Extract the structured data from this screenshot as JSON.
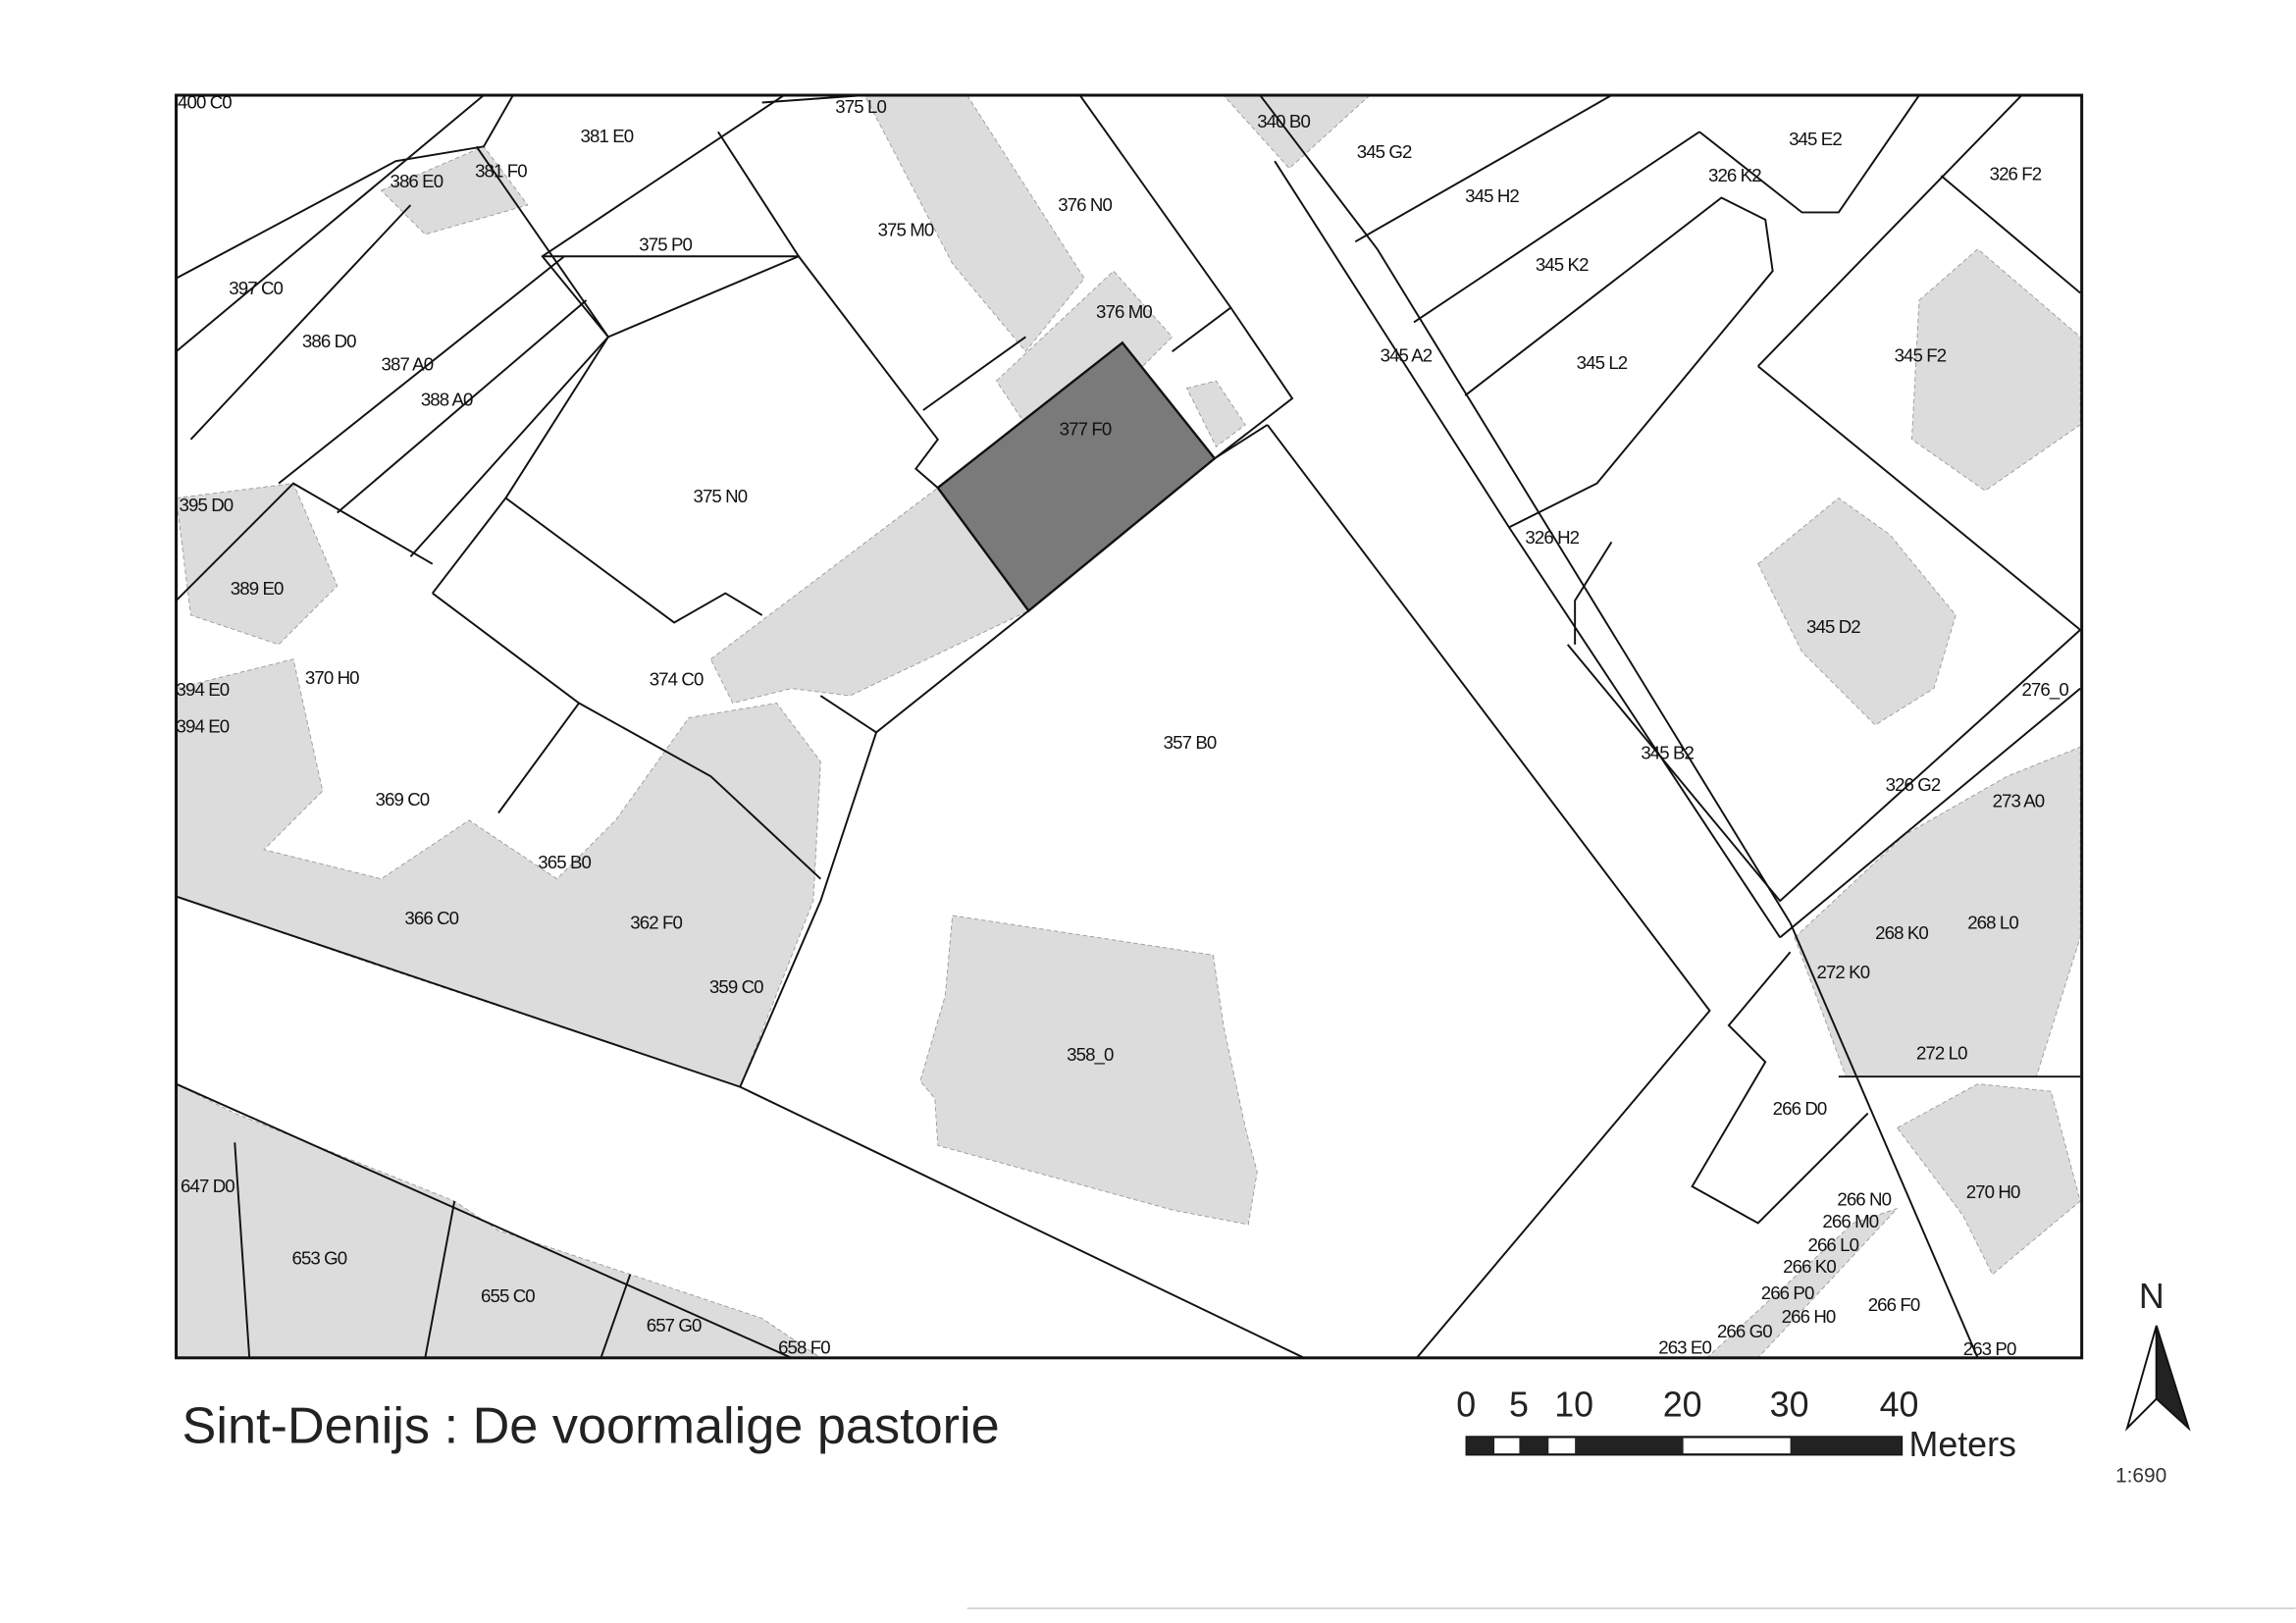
{
  "map": {
    "title": "Sint-Denijs : De voormalige pastorie",
    "highlighted_parcel": "377 F0",
    "parcels": [
      "400 C0",
      "375 L0",
      "340 B0",
      "381 E0",
      "386 E0",
      "381 F0",
      "345 G2",
      "345 E2",
      "326 K2",
      "326 F2",
      "376 N0",
      "375 M0",
      "345 H2",
      "375 P0",
      "397 C0",
      "345 K2",
      "376 M0",
      "386 D0",
      "387 A0",
      "345 A2",
      "345 L2",
      "345 F2",
      "388 A0",
      "377 F0",
      "375 N0",
      "395 D0",
      "326 H2",
      "389 E0",
      "345 D2",
      "374 C0",
      "370 H0",
      "394 E0",
      "394 E0",
      "276_0",
      "357 B0",
      "345 B2",
      "326 G2",
      "273 A0",
      "369 C0",
      "365 B0",
      "268 K0",
      "268 L0",
      "366 C0",
      "362 F0",
      "272 K0",
      "359 C0",
      "358_0",
      "272 L0",
      "266 D0",
      "647 D0",
      "270 H0",
      "266 N0",
      "266 M0",
      "266 L0",
      "653 G0",
      "266 K0",
      "655 C0",
      "266 P0",
      "266 F0",
      "266 H0",
      "657 G0",
      "266 G0",
      "658 F0",
      "263 E0",
      "263 P0"
    ]
  },
  "scale_bar": {
    "ticks": [
      "0",
      "5",
      "10",
      "20",
      "30",
      "40"
    ],
    "unit": "Meters"
  },
  "north_arrow": {
    "label": "N"
  },
  "scale_ratio": "1:690",
  "colors": {
    "highlight": "#7a7a7a",
    "building": "#dcdcdc"
  }
}
